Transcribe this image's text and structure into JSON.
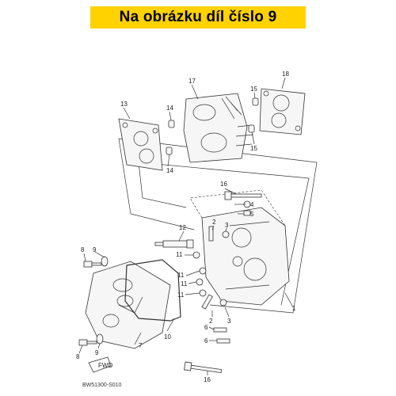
{
  "banner": {
    "text": "Na obrázku díl číslo 9",
    "bg_color": "#ffd200"
  },
  "diagram_code": "BW51300-S010",
  "fwd_label": "FWD",
  "callouts": {
    "c1": "1",
    "c2": "2",
    "c2b": "2",
    "c3": "3",
    "c3b": "3",
    "c4": "4",
    "c5": "5",
    "c6": "6",
    "c6b": "6",
    "c7": "7",
    "c8": "8",
    "c8b": "8",
    "c9": "9",
    "c9b": "9",
    "c10": "10",
    "c11a": "11",
    "c11b": "11",
    "c11c": "11",
    "c11d": "11",
    "c12": "12",
    "c13": "13",
    "c14": "14",
    "c14b": "14",
    "c15": "15",
    "c15b": "15",
    "c16": "16",
    "c16b": "16",
    "c17": "17",
    "c18": "18"
  }
}
